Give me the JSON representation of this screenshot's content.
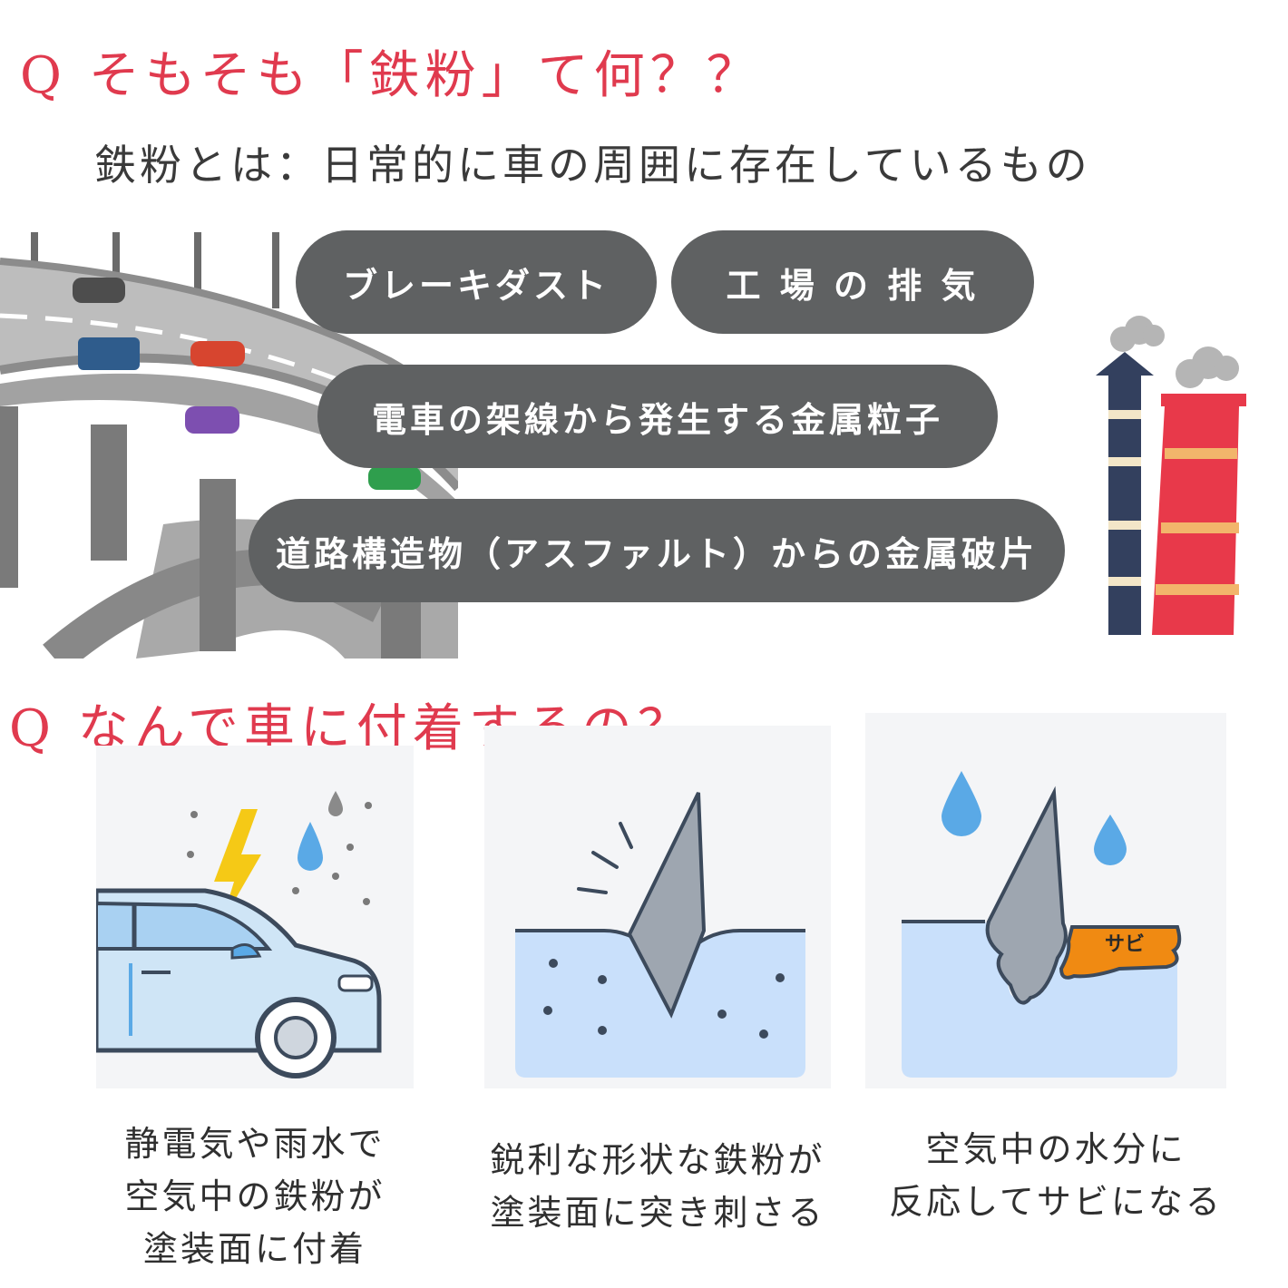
{
  "q1": {
    "title": "Q そもそも「鉄粉」て何？？"
  },
  "definition": "鉄粉とは：日常的に車の周囲に存在しているもの",
  "sources": [
    "ブレーキダスト",
    "工 場 の 排 気",
    "電車の架線から発生する金属粒子",
    "道路構造物（アスファルト）からの金属破片"
  ],
  "q2": {
    "title": "Q なんで車に付着するの？"
  },
  "panels": [
    {
      "caption_lines": [
        "静電気や雨水で",
        "空気中の鉄粉が",
        "塗装面に付着"
      ]
    },
    {
      "caption_lines": [
        "鋭利な形状な鉄粉が",
        "塗装面に突き刺さる"
      ]
    },
    {
      "caption_lines": [
        "空気中の水分に",
        "反応してサビになる"
      ],
      "rust_label": "サビ"
    }
  ],
  "colors": {
    "accent": "#e03a4e",
    "pill": "#5f6162",
    "water": "#5aa9e6",
    "rust": "#f08a12",
    "chimney_red": "#e8394a",
    "chimney_navy": "#33405e"
  },
  "icons": [
    "highway-illustration",
    "factory-chimney-icon",
    "lightning-icon",
    "water-drop-icon",
    "car-icon",
    "iron-shard-icon"
  ]
}
